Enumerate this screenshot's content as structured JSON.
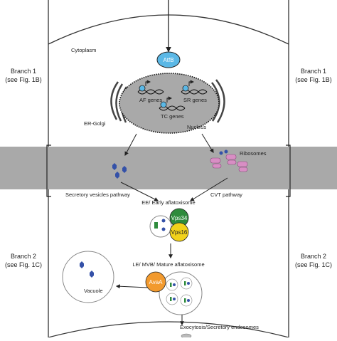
{
  "labels": {
    "cytoplasm": "Cytoplasm",
    "atfb": "AtfB",
    "af_genes": "AF genes",
    "sr_genes": "SR genes",
    "tc_genes": "TC genes",
    "er_golgi": "ER-Golgi",
    "nucleus": "Nucleus",
    "ribosomes": "Ribosomes",
    "secretory_pathway": "Secretory vesicles pathway",
    "cvt_pathway": "CVT pathway",
    "ee_aflatoxisome": "EE/ Early aflatoxisome",
    "vps34": "Vps34",
    "vps16": "Vps16",
    "le_aflatoxisome": "LE/ MVB/ Mature aflatoxisome",
    "avaa": "AvaA",
    "vacuole": "Vacuole",
    "exocytosis": "Exocytosis/Secretory endosomes"
  },
  "branches": {
    "left_top_1": "Branch 1",
    "left_top_2": "(see Fig. 1B)",
    "right_top_1": "Branch 1",
    "right_top_2": "(see Fig. 1B)",
    "left_bottom_1": "Branch 2",
    "left_bottom_2": "(see Fig. 1C)",
    "right_bottom_1": "Branch 2",
    "right_bottom_2": "(see Fig. 1C)"
  },
  "colors": {
    "atfb": "#5bb8e6",
    "vps34": "#2e8b3c",
    "vps16": "#f2d21b",
    "avaa": "#f29a2e",
    "ribosome": "#d88ec4",
    "toxin": "#3451a8",
    "membrane_band": "#a9a9a9",
    "nucleus_fill": "#a9a9a9"
  }
}
